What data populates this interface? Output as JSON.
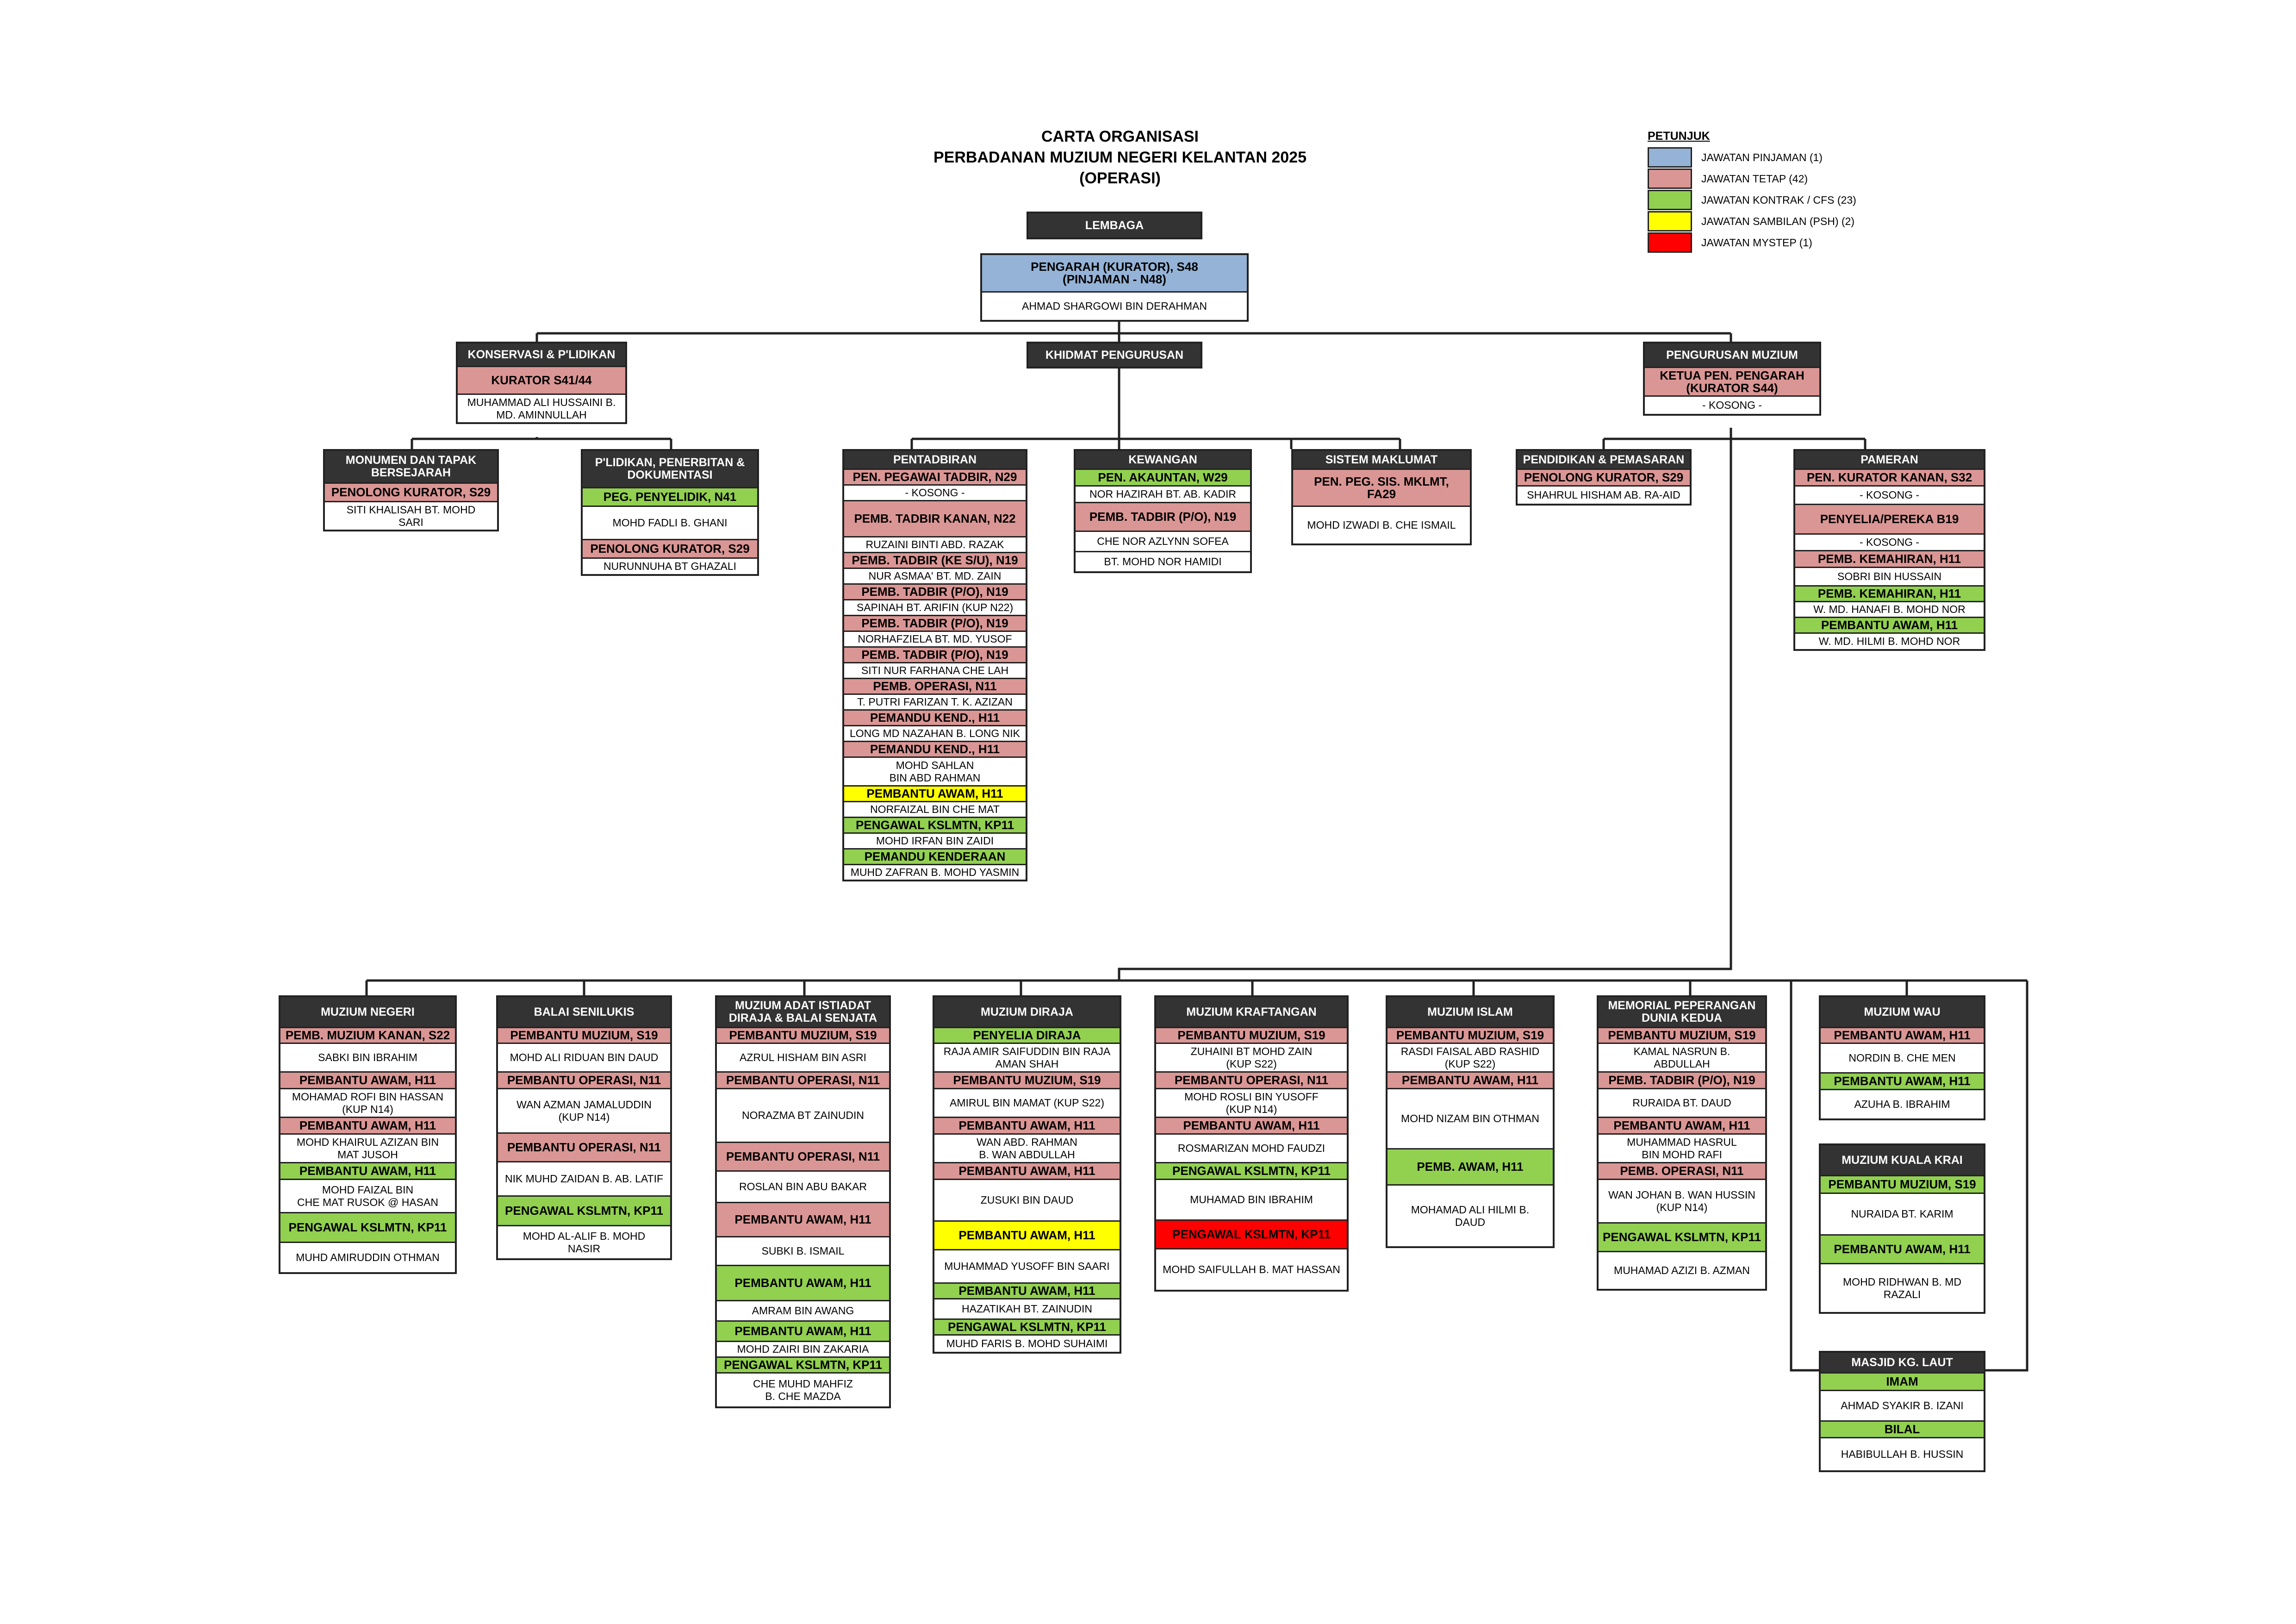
{
  "title": {
    "line1": "CARTA ORGANISASI",
    "line2": "PERBADANAN MUZIUM NEGERI KELANTAN 2025",
    "line3": "(OPERASI)"
  },
  "legend": {
    "heading": "PETUNJUK",
    "items": [
      {
        "label": "JAWATAN PINJAMAN (1)",
        "color": "#95b3d7"
      },
      {
        "label": "JAWATAN TETAP (42)",
        "color": "#da9694"
      },
      {
        "label": "JAWATAN KONTRAK / CFS (23)",
        "color": "#92d050"
      },
      {
        "label": "JAWATAN SAMBILAN (PSH) (2)",
        "color": "#ffff00"
      },
      {
        "label": "JAWATAN MYSTEP (1)",
        "color": "#ff0000"
      }
    ]
  },
  "units": [
    {
      "name": "lembaga",
      "header": "LEMBAGA",
      "rows": []
    },
    {
      "name": "pengarah",
      "rows": [
        {
          "text": "PENGARAH (KURATOR), S48\n(PINJAMAN - N48)",
          "type": "pinjaman",
          "pos": true
        },
        {
          "text": "AHMAD SHARGOWI BIN DERAHMAN",
          "type": "white"
        }
      ]
    },
    {
      "name": "konservasi",
      "header": "KONSERVASI & P'LIDIKAN",
      "rows": [
        {
          "text": "KURATOR S41/44",
          "type": "tetap",
          "pos": true
        },
        {
          "text": "MUHAMMAD ALI HUSSAINI B.\nMD. AMINNULLAH",
          "type": "white"
        }
      ]
    },
    {
      "name": "khidmat-pengurusan",
      "header": "KHIDMAT PENGURUSAN",
      "rows": []
    },
    {
      "name": "pengurusan-muzium",
      "header": "PENGURUSAN MUZIUM",
      "rows": [
        {
          "text": "KETUA PEN. PENGARAH\n(KURATOR S44)",
          "type": "tetap",
          "pos": true
        },
        {
          "text": "-  KOSONG  -",
          "type": "white"
        }
      ]
    },
    {
      "name": "monumen",
      "header": "MONUMEN DAN TAPAK\nBERSEJARAH",
      "rows": [
        {
          "text": "PENOLONG KURATOR, S29",
          "type": "tetap",
          "pos": true
        },
        {
          "text": "SITI KHALISAH BT. MOHD\nSARI",
          "type": "white"
        }
      ]
    },
    {
      "name": "plidikan",
      "header": "P'LIDIKAN, PENERBITAN &\nDOKUMENTASI",
      "rows": [
        {
          "text": "PEG. PENYELIDIK, N41",
          "type": "kontrak",
          "pos": true
        },
        {
          "text": "MOHD FADLI B. GHANI",
          "type": "white"
        },
        {
          "text": "PENOLONG KURATOR, S29",
          "type": "tetap",
          "pos": true
        },
        {
          "text": "NURUNNUHA BT GHAZALI",
          "type": "white"
        }
      ]
    },
    {
      "name": "pentadbiran",
      "header": "PENTADBIRAN",
      "rows": [
        {
          "text": "PEN. PEGAWAI TADBIR, N29",
          "type": "tetap",
          "pos": true
        },
        {
          "text": "-  KOSONG  -",
          "type": "white"
        },
        {
          "text": "PEMB. TADBIR KANAN, N22",
          "type": "tetap",
          "pos": true
        },
        {
          "text": "RUZAINI BINTI ABD. RAZAK",
          "type": "white"
        },
        {
          "text": "PEMB. TADBIR (KE S/U), N19",
          "type": "tetap",
          "pos": true
        },
        {
          "text": "NUR ASMAA' BT. MD. ZAIN",
          "type": "white"
        },
        {
          "text": "PEMB. TADBIR (P/O), N19",
          "type": "tetap",
          "pos": true
        },
        {
          "text": "SAPINAH BT. ARIFIN (KUP N22)",
          "type": "white"
        },
        {
          "text": "PEMB. TADBIR (P/O), N19",
          "type": "tetap",
          "pos": true
        },
        {
          "text": "NORHAFZIELA BT. MD. YUSOF",
          "type": "white"
        },
        {
          "text": "PEMB. TADBIR (P/O), N19",
          "type": "tetap",
          "pos": true
        },
        {
          "text": "SITI NUR FARHANA CHE LAH",
          "type": "white"
        },
        {
          "text": "PEMB. OPERASI, N11",
          "type": "tetap",
          "pos": true
        },
        {
          "text": "T. PUTRI FARIZAN T. K. AZIZAN",
          "type": "white"
        },
        {
          "text": "PEMANDU KEND., H11",
          "type": "tetap",
          "pos": true
        },
        {
          "text": "LONG MD NAZAHAN B. LONG NIK",
          "type": "white"
        },
        {
          "text": "PEMANDU KEND., H11",
          "type": "tetap",
          "pos": true
        },
        {
          "text": "MOHD SAHLAN\nBIN ABD RAHMAN",
          "type": "white"
        },
        {
          "text": "PEMBANTU AWAM, H11",
          "type": "sambilan",
          "pos": true
        },
        {
          "text": "NORFAIZAL BIN CHE MAT",
          "type": "white"
        },
        {
          "text": "PENGAWAL KSLMTN, KP11",
          "type": "kontrak",
          "pos": true
        },
        {
          "text": "MOHD IRFAN BIN ZAIDI",
          "type": "white"
        },
        {
          "text": "PEMANDU KENDERAAN",
          "type": "kontrak",
          "pos": true
        },
        {
          "text": "MUHD ZAFRAN B. MOHD YASMIN",
          "type": "white"
        }
      ]
    },
    {
      "name": "kewangan",
      "header": "KEWANGAN",
      "rows": [
        {
          "text": "PEN. AKAUNTAN, W29",
          "type": "kontrak",
          "pos": true
        },
        {
          "text": "NOR HAZIRAH BT. AB. KADIR",
          "type": "white"
        },
        {
          "text": "PEMB. TADBIR (P/O), N19",
          "type": "tetap",
          "pos": true
        },
        {
          "text": "CHE NOR AZLYNN SOFEA",
          "type": "white"
        },
        {
          "text": "BT. MOHD NOR HAMIDI",
          "type": "white"
        }
      ]
    },
    {
      "name": "sistem-maklumat",
      "header": "SISTEM MAKLUMAT",
      "rows": [
        {
          "text": "PEN. PEG. SIS. MKLMT,\nFA29",
          "type": "tetap",
          "pos": true
        },
        {
          "text": "MOHD IZWADI B. CHE ISMAIL",
          "type": "white"
        }
      ]
    },
    {
      "name": "pendidikan",
      "header": "PENDIDIKAN & PEMASARAN",
      "rows": [
        {
          "text": "PENOLONG KURATOR, S29",
          "type": "tetap",
          "pos": true
        },
        {
          "text": "SHAHRUL HISHAM AB. RA-AID",
          "type": "white"
        }
      ]
    },
    {
      "name": "pameran",
      "header": "PAMERAN",
      "rows": [
        {
          "text": "PEN. KURATOR KANAN, S32",
          "type": "tetap",
          "pos": true
        },
        {
          "text": "-  KOSONG  -",
          "type": "white"
        },
        {
          "text": "PENYELIA/PEREKA B19",
          "type": "tetap",
          "pos": true
        },
        {
          "text": "-  KOSONG  -",
          "type": "white"
        },
        {
          "text": "PEMB. KEMAHIRAN, H11",
          "type": "tetap",
          "pos": true
        },
        {
          "text": "SOBRI BIN HUSSAIN",
          "type": "white"
        },
        {
          "text": "PEMB. KEMAHIRAN, H11",
          "type": "kontrak",
          "pos": true
        },
        {
          "text": "W. MD. HANAFI B. MOHD NOR",
          "type": "white"
        },
        {
          "text": "PEMBANTU AWAM, H11",
          "type": "kontrak",
          "pos": true
        },
        {
          "text": "W. MD. HILMI B. MOHD NOR",
          "type": "white"
        }
      ]
    },
    {
      "name": "muzium-negeri",
      "header": "MUZIUM NEGERI",
      "rows": [
        {
          "text": "PEMB. MUZIUM KANAN, S22",
          "type": "tetap",
          "pos": true
        },
        {
          "text": "SABKI BIN IBRAHIM",
          "type": "white"
        },
        {
          "text": "PEMBANTU AWAM, H11",
          "type": "tetap",
          "pos": true
        },
        {
          "text": "MOHAMAD ROFI BIN HASSAN\n(KUP N14)",
          "type": "white"
        },
        {
          "text": "PEMBANTU AWAM, H11",
          "type": "tetap",
          "pos": true
        },
        {
          "text": "MOHD KHAIRUL AZIZAN BIN\nMAT JUSOH",
          "type": "white"
        },
        {
          "text": "PEMBANTU AWAM, H11",
          "type": "kontrak",
          "pos": true
        },
        {
          "text": "MOHD FAIZAL BIN\nCHE MAT RUSOK @ HASAN",
          "type": "white"
        },
        {
          "text": "PENGAWAL KSLMTN, KP11",
          "type": "kontrak",
          "pos": true
        },
        {
          "text": "MUHD AMIRUDDIN OTHMAN",
          "type": "white"
        }
      ]
    },
    {
      "name": "balai-senilukis",
      "header": "BALAI SENILUKIS",
      "rows": [
        {
          "text": "PEMBANTU MUZIUM, S19",
          "type": "tetap",
          "pos": true
        },
        {
          "text": "MOHD ALI RIDUAN BIN DAUD",
          "type": "white"
        },
        {
          "text": "PEMBANTU OPERASI, N11",
          "type": "tetap",
          "pos": true
        },
        {
          "text": "WAN AZMAN JAMALUDDIN\n(KUP N14)",
          "type": "white"
        },
        {
          "text": "PEMBANTU OPERASI, N11",
          "type": "tetap",
          "pos": true
        },
        {
          "text": "NIK MUHD ZAIDAN B. AB. LATIF",
          "type": "white"
        },
        {
          "text": "PENGAWAL KSLMTN, KP11",
          "type": "kontrak",
          "pos": true
        },
        {
          "text": "MOHD AL-ALIF B. MOHD\nNASIR",
          "type": "white"
        }
      ]
    },
    {
      "name": "muzium-adat",
      "header": "MUZIUM ADAT ISTIADAT\nDIRAJA & BALAI SENJATA",
      "rows": [
        {
          "text": "PEMBANTU MUZIUM, S19",
          "type": "tetap",
          "pos": true
        },
        {
          "text": "AZRUL HISHAM BIN ASRI",
          "type": "white"
        },
        {
          "text": "PEMBANTU OPERASI, N11",
          "type": "tetap",
          "pos": true
        },
        {
          "text": "NORAZMA BT ZAINUDIN",
          "type": "white"
        },
        {
          "text": "PEMBANTU OPERASI, N11",
          "type": "tetap",
          "pos": true
        },
        {
          "text": "ROSLAN BIN ABU BAKAR",
          "type": "white"
        },
        {
          "text": "PEMBANTU AWAM, H11",
          "type": "tetap",
          "pos": true
        },
        {
          "text": "SUBKI B. ISMAIL",
          "type": "white"
        },
        {
          "text": "PEMBANTU AWAM, H11",
          "type": "kontrak",
          "pos": true
        },
        {
          "text": "AMRAM BIN AWANG",
          "type": "white"
        },
        {
          "text": "PEMBANTU AWAM, H11",
          "type": "kontrak",
          "pos": true
        },
        {
          "text": "MOHD ZAIRI BIN ZAKARIA",
          "type": "white"
        },
        {
          "text": "PENGAWAL KSLMTN, KP11",
          "type": "kontrak",
          "pos": true
        },
        {
          "text": "CHE MUHD MAHFIZ\nB. CHE MAZDA",
          "type": "white"
        }
      ]
    },
    {
      "name": "muzium-diraja",
      "header": "MUZIUM DIRAJA",
      "rows": [
        {
          "text": "PENYELIA DIRAJA",
          "type": "kontrak",
          "pos": true
        },
        {
          "text": "RAJA AMIR SAIFUDDIN BIN RAJA\nAMAN SHAH",
          "type": "white"
        },
        {
          "text": "PEMBANTU MUZIUM, S19",
          "type": "tetap",
          "pos": true
        },
        {
          "text": "AMIRUL BIN MAMAT (KUP S22)",
          "type": "white"
        },
        {
          "text": "PEMBANTU AWAM, H11",
          "type": "tetap",
          "pos": true
        },
        {
          "text": "WAN ABD. RAHMAN\nB. WAN ABDULLAH",
          "type": "white"
        },
        {
          "text": "PEMBANTU AWAM, H11",
          "type": "tetap",
          "pos": true
        },
        {
          "text": "ZUSUKI BIN DAUD",
          "type": "white"
        },
        {
          "text": "PEMBANTU AWAM, H11",
          "type": "sambilan",
          "pos": true
        },
        {
          "text": "MUHAMMAD YUSOFF BIN SAARI",
          "type": "white"
        },
        {
          "text": "PEMBANTU AWAM, H11",
          "type": "kontrak",
          "pos": true
        },
        {
          "text": "HAZATIKAH BT. ZAINUDIN",
          "type": "white"
        },
        {
          "text": "PENGAWAL KSLMTN, KP11",
          "type": "kontrak",
          "pos": true
        },
        {
          "text": "MUHD FARIS B. MOHD SUHAIMI",
          "type": "white"
        }
      ]
    },
    {
      "name": "muzium-kraftangan",
      "header": "MUZIUM KRAFTANGAN",
      "rows": [
        {
          "text": "PEMBANTU MUZIUM, S19",
          "type": "tetap",
          "pos": true
        },
        {
          "text": "ZUHAINI BT MOHD ZAIN\n(KUP S22)",
          "type": "white"
        },
        {
          "text": "PEMBANTU OPERASI, N11",
          "type": "tetap",
          "pos": true
        },
        {
          "text": "MOHD ROSLI BIN YUSOFF\n(KUP N14)",
          "type": "white"
        },
        {
          "text": "PEMBANTU AWAM, H11",
          "type": "tetap",
          "pos": true
        },
        {
          "text": "ROSMARIZAN MOHD FAUDZI",
          "type": "white"
        },
        {
          "text": "PENGAWAL KSLMTN, KP11",
          "type": "kontrak",
          "pos": true
        },
        {
          "text": "MUHAMAD BIN IBRAHIM",
          "type": "white"
        },
        {
          "text": "PENGAWAL KSLMTN, KP11",
          "type": "mystep",
          "pos": true
        },
        {
          "text": "MOHD SAIFULLAH B. MAT HASSAN",
          "type": "white"
        }
      ]
    },
    {
      "name": "muzium-islam",
      "header": "MUZIUM ISLAM",
      "rows": [
        {
          "text": "PEMBANTU MUZIUM, S19",
          "type": "tetap",
          "pos": true
        },
        {
          "text": "RASDI FAISAL ABD RASHID\n(KUP S22)",
          "type": "white"
        },
        {
          "text": "PEMBANTU AWAM, H11",
          "type": "tetap",
          "pos": true
        },
        {
          "text": "MOHD NIZAM BIN OTHMAN",
          "type": "white"
        },
        {
          "text": "PEMB. AWAM, H11",
          "type": "kontrak",
          "pos": true
        },
        {
          "text": "MOHAMAD ALI HILMI B.\nDAUD",
          "type": "white"
        }
      ]
    },
    {
      "name": "memorial",
      "header": "MEMORIAL PEPERANGAN\nDUNIA KEDUA",
      "rows": [
        {
          "text": "PEMBANTU MUZIUM, S19",
          "type": "tetap",
          "pos": true
        },
        {
          "text": "KAMAL NASRUN B.\nABDULLAH",
          "type": "white"
        },
        {
          "text": "PEMB. TADBIR (P/O), N19",
          "type": "tetap",
          "pos": true
        },
        {
          "text": "RURAIDA BT. DAUD",
          "type": "white"
        },
        {
          "text": "PEMBANTU AWAM, H11",
          "type": "tetap",
          "pos": true
        },
        {
          "text": "MUHAMMAD HASRUL\nBIN MOHD RAFI",
          "type": "white"
        },
        {
          "text": "PEMB. OPERASI, N11",
          "type": "tetap",
          "pos": true
        },
        {
          "text": "WAN JOHAN B. WAN HUSSIN\n(KUP N14)",
          "type": "white"
        },
        {
          "text": "PENGAWAL KSLMTN, KP11",
          "type": "kontrak",
          "pos": true
        },
        {
          "text": "MUHAMAD AZIZI B. AZMAN",
          "type": "white"
        }
      ]
    },
    {
      "name": "muzium-wau",
      "header": "MUZIUM WAU",
      "rows": [
        {
          "text": "PEMBANTU AWAM, H11",
          "type": "tetap",
          "pos": true
        },
        {
          "text": "NORDIN B. CHE MEN",
          "type": "white"
        },
        {
          "text": "PEMBANTU AWAM, H11",
          "type": "kontrak",
          "pos": true
        },
        {
          "text": "AZUHA B. IBRAHIM",
          "type": "white"
        }
      ]
    },
    {
      "name": "muzium-kuala-krai",
      "header": "MUZIUM KUALA KRAI",
      "rows": [
        {
          "text": "PEMBANTU MUZIUM, S19",
          "type": "kontrak",
          "pos": true
        },
        {
          "text": "NURAIDA BT. KARIM",
          "type": "white"
        },
        {
          "text": "PEMBANTU AWAM, H11",
          "type": "kontrak",
          "pos": true
        },
        {
          "text": "MOHD RIDHWAN B. MD\nRAZALI",
          "type": "white"
        }
      ]
    },
    {
      "name": "masjid-kg-laut",
      "header": "MASJID KG. LAUT",
      "rows": [
        {
          "text": "IMAM",
          "type": "kontrak",
          "pos": true
        },
        {
          "text": "AHMAD SYAKIR B. IZANI",
          "type": "white"
        },
        {
          "text": "BILAL",
          "type": "kontrak",
          "pos": true
        },
        {
          "text": "HABIBULLAH B. HUSSIN",
          "type": "white"
        }
      ]
    }
  ]
}
